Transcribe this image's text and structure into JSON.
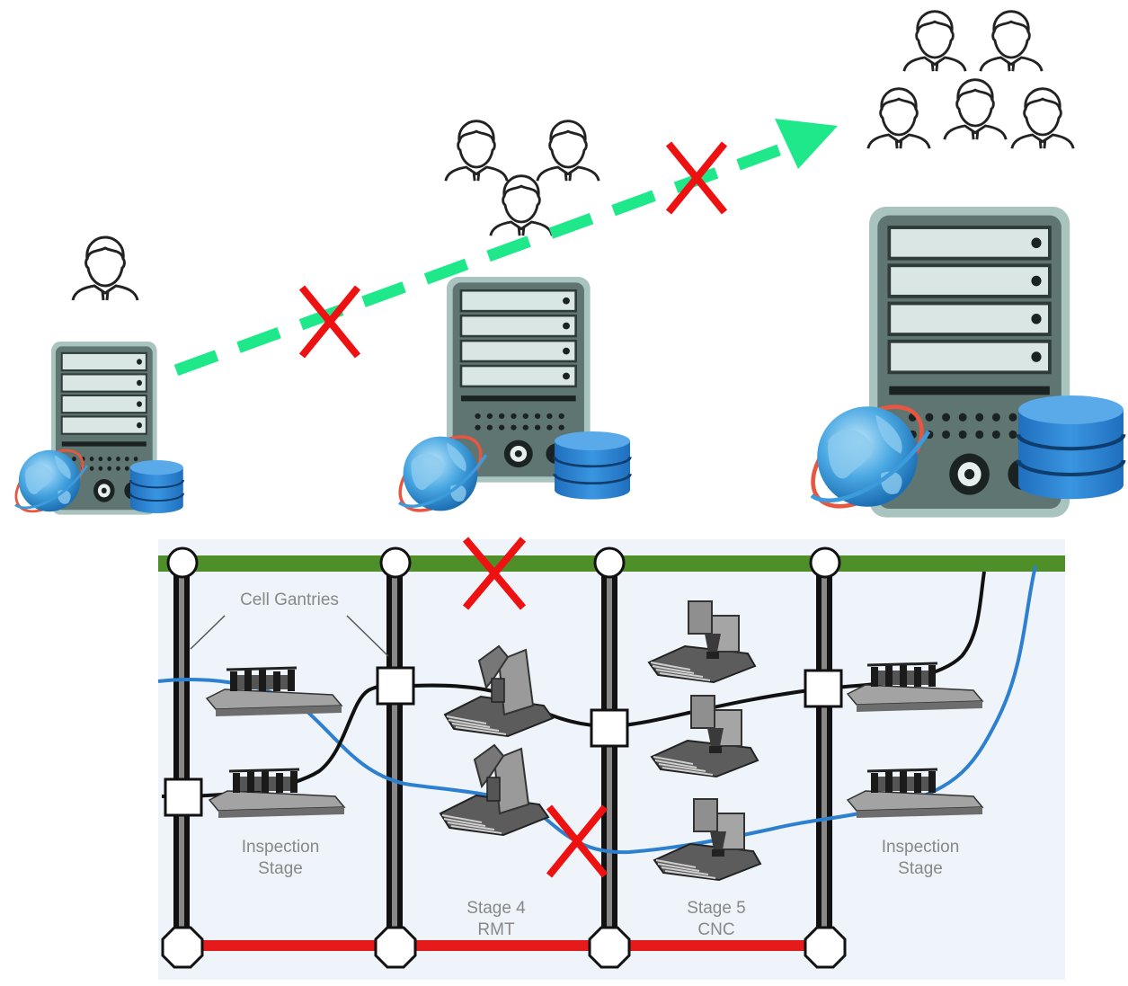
{
  "colors": {
    "arrow": "#1ee889",
    "cross": "#ee1111",
    "top_rail": "#4f8f2a",
    "bottom_rail": "#e51a1a",
    "blue_path": "#2d7fd0",
    "black_path": "#111111",
    "server_body": "#5f7571",
    "server_frame": "#9fb9b4",
    "globe": "#3b9bdc",
    "database": "#2f86d6",
    "panel_bg": "#eef4f9"
  },
  "scaling": {
    "servers": [
      {
        "size": "small",
        "user_count": 1
      },
      {
        "size": "medium",
        "user_count": 3
      },
      {
        "size": "large",
        "user_count": 5
      }
    ],
    "arrow": {
      "style": "dashed",
      "crossed_out_count": 2
    }
  },
  "factory": {
    "labels": {
      "cell_gantries": "Cell Gantries",
      "inspection_left_line1": "Inspection",
      "inspection_left_line2": "Stage",
      "stage4_line1": "Stage 4",
      "stage4_line2": "RMT",
      "stage5_line1": "Stage 5",
      "stage5_line2": "CNC",
      "inspection_right_line1": "Inspection",
      "inspection_right_line2": "Stage"
    },
    "crossed_out_count": 2
  }
}
